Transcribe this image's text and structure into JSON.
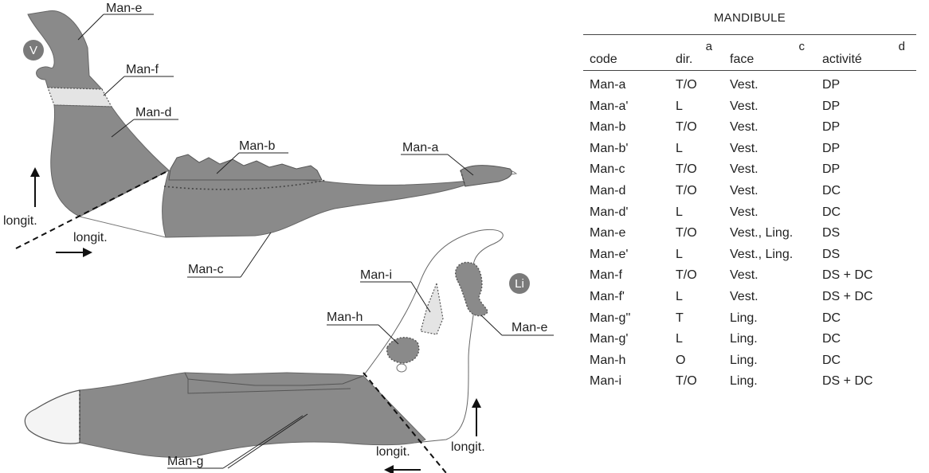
{
  "labels": {
    "man_a": "Man-a",
    "man_b": "Man-b",
    "man_c": "Man-c",
    "man_d": "Man-d",
    "man_e_top": "Man-e",
    "man_f": "Man-f",
    "man_e_bottom": "Man-e",
    "man_g": "Man-g",
    "man_h": "Man-h",
    "man_i": "Man-i",
    "longit_1": "longit.",
    "longit_2": "longit.",
    "longit_3": "longit.",
    "longit_4": "longit."
  },
  "badges": {
    "vestibular": "V",
    "lingual": "Li"
  },
  "colors": {
    "bone": "#8a8a8a",
    "light_zone": "#e4e4e4",
    "badge": "#7a7a7a"
  },
  "table": {
    "title": "MANDIBULE",
    "headers": [
      {
        "label": "code",
        "sup": ""
      },
      {
        "label": "dir.",
        "sup": "a"
      },
      {
        "label": "face",
        "sup": "c"
      },
      {
        "label": "activité",
        "sup": "d"
      }
    ],
    "rows": [
      [
        "Man-a",
        "T/O",
        "Vest.",
        "DP"
      ],
      [
        "Man-a'",
        "L",
        "Vest.",
        "DP"
      ],
      [
        "Man-b",
        "T/O",
        "Vest.",
        "DP"
      ],
      [
        "Man-b'",
        "L",
        "Vest.",
        "DP"
      ],
      [
        "Man-c",
        "T/O",
        "Vest.",
        "DP"
      ],
      [
        "Man-d",
        "T/O",
        "Vest.",
        "DC"
      ],
      [
        "Man-d'",
        "L",
        "Vest.",
        "DC"
      ],
      [
        "Man-e",
        "T/O",
        "Vest., Ling.",
        "DS"
      ],
      [
        "Man-e'",
        "L",
        "Vest., Ling.",
        "DS"
      ],
      [
        "Man-f",
        "T/O",
        "Vest.",
        "DS + DC"
      ],
      [
        "Man-f'",
        "L",
        "Vest.",
        "DS + DC"
      ],
      [
        "Man-g''",
        "T",
        "Ling.",
        "DC"
      ],
      [
        "Man-g'",
        "L",
        "Ling.",
        "DC"
      ],
      [
        "Man-h",
        "O",
        "Ling.",
        "DC"
      ],
      [
        "Man-i",
        "T/O",
        "Ling.",
        "DS + DC"
      ]
    ]
  }
}
